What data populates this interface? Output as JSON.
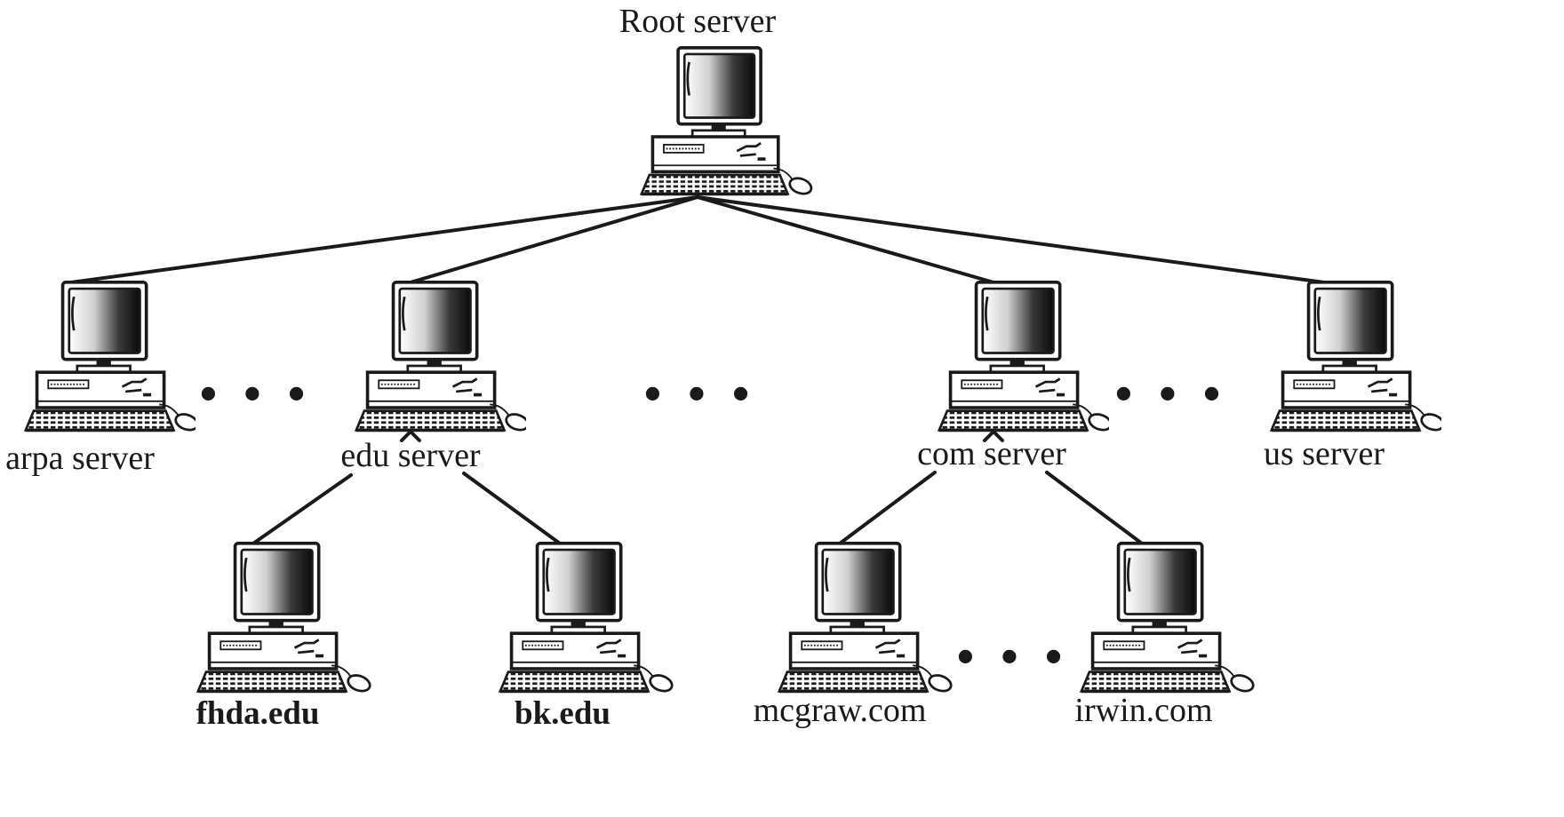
{
  "diagram": {
    "root": {
      "label": "Root server",
      "icon": "computer-icon"
    },
    "top_level": [
      {
        "id": "arpa",
        "label": "arpa server",
        "icon": "computer-icon"
      },
      {
        "id": "edu",
        "label": "edu server",
        "icon": "computer-icon"
      },
      {
        "id": "com",
        "label": "com server",
        "icon": "computer-icon"
      },
      {
        "id": "us",
        "label": "us server",
        "icon": "computer-icon"
      }
    ],
    "second_level": [
      {
        "id": "fhda",
        "parent": "edu",
        "label": "fhda.edu",
        "icon": "computer-icon"
      },
      {
        "id": "bk",
        "parent": "edu",
        "label": "bk.edu",
        "icon": "computer-icon"
      },
      {
        "id": "mcgraw",
        "parent": "com",
        "label": "mcgraw.com",
        "icon": "computer-icon"
      },
      {
        "id": "irwin",
        "parent": "com",
        "label": "irwin.com",
        "icon": "computer-icon"
      }
    ],
    "ellipsis": "• • •",
    "ellipsis_bottom": "• • •"
  },
  "colors": {
    "ink": "#1a1a1a",
    "paper": "#ffffff"
  }
}
